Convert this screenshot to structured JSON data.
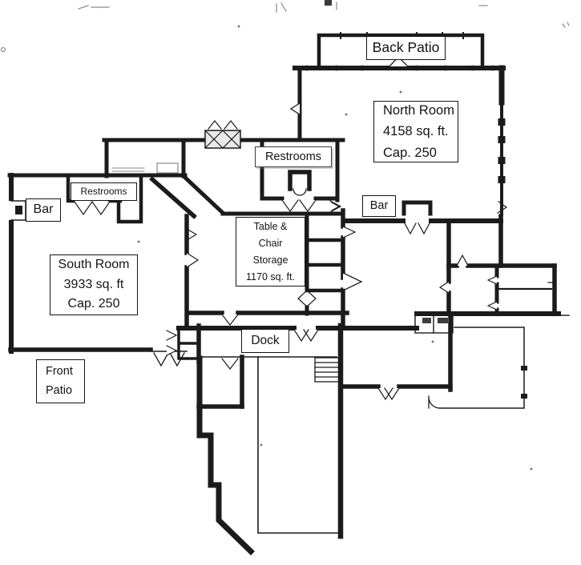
{
  "document": {
    "type": "floor-plan",
    "background_color": "#ffffff",
    "ink_color": "#1b1b1b"
  },
  "labels": {
    "back_patio": {
      "lines": [
        "Back Patio"
      ]
    },
    "north_room": {
      "lines": [
        "North Room",
        "4158 sq. ft.",
        "Cap. 250"
      ]
    },
    "restrooms_north": {
      "lines": [
        "Restrooms"
      ]
    },
    "restrooms_west": {
      "lines": [
        "Restrooms"
      ]
    },
    "bar_west": {
      "lines": [
        "Bar"
      ]
    },
    "bar_north": {
      "lines": [
        "Bar"
      ]
    },
    "south_room": {
      "lines": [
        "South Room",
        "3933 sq. ft",
        "Cap. 250"
      ]
    },
    "table_chair_storage": {
      "lines": [
        "Table &",
        "Chair",
        "Storage",
        "1170 sq. ft."
      ]
    },
    "dock": {
      "lines": [
        "Dock"
      ]
    },
    "front_patio": {
      "lines": [
        "Front",
        "Patio"
      ]
    }
  }
}
